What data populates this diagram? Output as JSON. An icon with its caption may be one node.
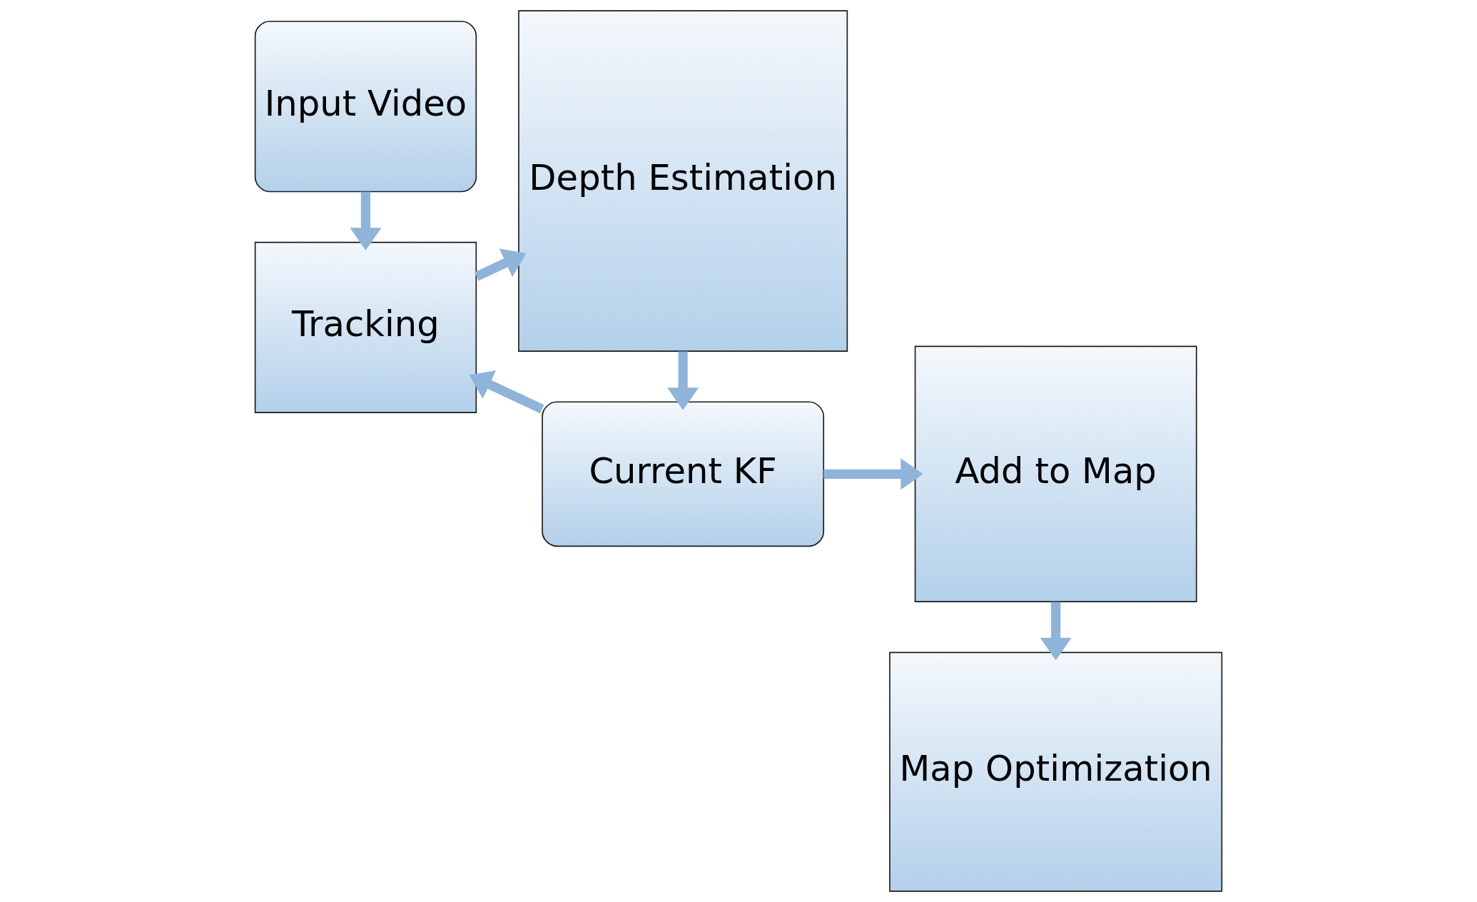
{
  "diagram": {
    "nodes": [
      {
        "text": [
          "Input Video"
        ]
      },
      {
        "text": [
          "Tracking"
        ]
      },
      {
        "text": [
          "Depth Estimation"
        ]
      },
      {
        "text": [
          "Current KF"
        ]
      },
      {
        "text": [
          "Map Optimization"
        ]
      },
      {
        "text": [
          "Add to Map"
        ]
      }
    ],
    "edges": [
      {
        "from": 0,
        "to": 1,
        "arrow": "to"
      },
      {
        "from": 1,
        "to": 2,
        "arrow": "to"
      },
      {
        "from": 2,
        "to": 3,
        "arrow": "to"
      },
      {
        "from": 3,
        "to": 1,
        "arrow": "to"
      },
      {
        "from": 3,
        "to": 5,
        "arrow": "to"
      },
      {
        "from": 5,
        "to": 4,
        "arrow": "to"
      }
    ]
  }
}
